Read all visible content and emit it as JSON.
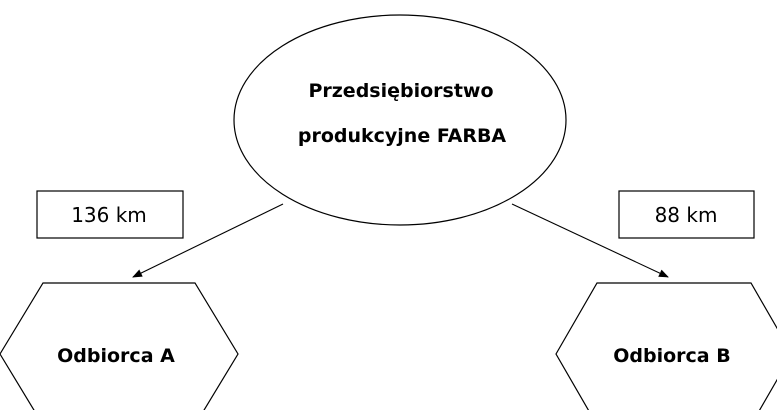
{
  "company": {
    "line1": "Przedsiębiorstwo",
    "line2": "produkcyjne FARBA"
  },
  "recipients": {
    "a": "Odbiorca A",
    "b": "Odbiorca B"
  },
  "distances": {
    "a": "136 km",
    "b": "88 km"
  },
  "colors": {
    "stroke": "#000000",
    "fill": "#ffffff"
  }
}
